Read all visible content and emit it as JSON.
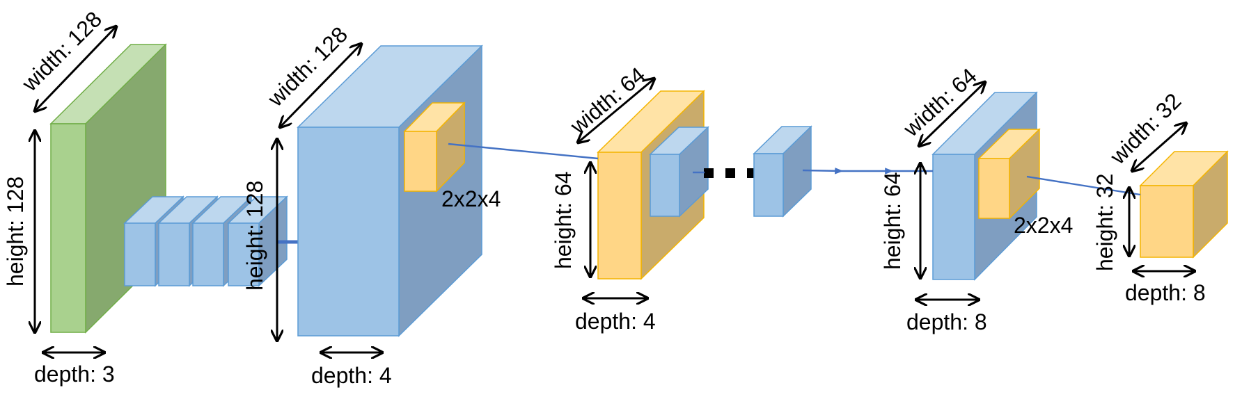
{
  "colors": {
    "green": {
      "front": "#a9d18e",
      "top": "#c5e0b4",
      "side": "#86a96e",
      "stroke": "#70ad47"
    },
    "blue": {
      "front": "#9dc3e6",
      "top": "#bdd7ee",
      "side": "#7f9ec1",
      "stroke": "#5b9bd5"
    },
    "orange": {
      "front": "#ffd686",
      "top": "#ffe3a6",
      "side": "#c9ab6b",
      "stroke": "#f4b400"
    },
    "connector": "#4472c4"
  },
  "input": {
    "width": "width: 128",
    "height": "height: 128",
    "depth": "depth: 3"
  },
  "layer1": {
    "width": "width: 128",
    "height": "height: 128",
    "depth": "depth: 4",
    "kernel": "2x2x4"
  },
  "layer2": {
    "width": "width: 64",
    "height": "height: 64",
    "depth": "depth: 4"
  },
  "layer3": {
    "width": "width: 64",
    "height": "height: 64",
    "depth": "depth: 8",
    "kernel": "2x2x4"
  },
  "layer4": {
    "width": "width: 32",
    "height": "height: 32",
    "depth": "depth: 8"
  }
}
